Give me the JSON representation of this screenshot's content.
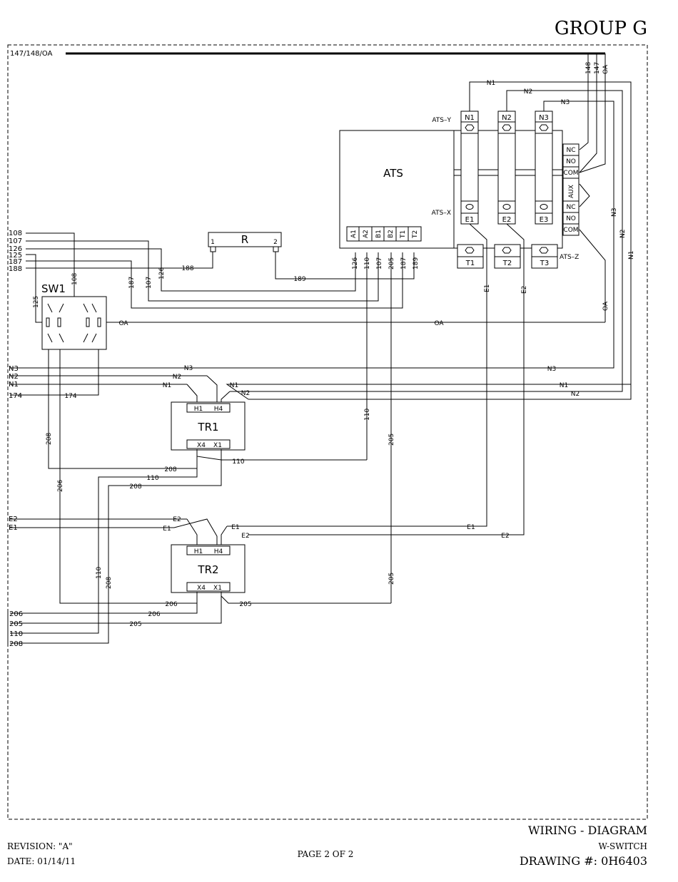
{
  "header": {
    "group_title": "GROUP G",
    "bus_label": "147/148/OA"
  },
  "footer": {
    "revision": "REVISION: \"A\"",
    "date": "DATE: 01/14/11",
    "page": "PAGE 2 OF 2",
    "title": "WIRING - DIAGRAM",
    "subtitle": "W-SWITCH",
    "drawing": "DRAWING #: 0H6403"
  },
  "ats": {
    "title": "ATS",
    "y_label": "ATS–Y",
    "x_label": "ATS–X",
    "z_label": "ATS–Z",
    "top_terms": [
      "N1",
      "N2",
      "N3"
    ],
    "mid_terms": [
      "E1",
      "E2",
      "E3"
    ],
    "bottom_terms": [
      "T1",
      "T2",
      "T3"
    ],
    "aux_upper": [
      "NC",
      "NO",
      "COM"
    ],
    "aux_lower": [
      "NC",
      "NO",
      "COM"
    ],
    "aux_label": "AUX",
    "control_terms": [
      "A1",
      "A2",
      "B1",
      "B2",
      "T1",
      "T2"
    ],
    "control_wires": [
      "126",
      "110",
      "107",
      "205",
      "187",
      "189"
    ],
    "top_wires": [
      "148",
      "147",
      "OA"
    ]
  },
  "relay": {
    "label": "R",
    "pin1": "1",
    "pin2": "2"
  },
  "sw1": {
    "label": "SW1"
  },
  "tr1": {
    "label": "TR1",
    "h1": "H1",
    "h4": "H4",
    "x4": "X4",
    "x1": "X1"
  },
  "tr2": {
    "label": "TR2",
    "h1": "H1",
    "h4": "H4",
    "x4": "X4",
    "x1": "X1"
  },
  "left_wires": [
    "108",
    "107",
    "126",
    "125",
    "187",
    "188"
  ],
  "left_wires_mid": [
    "N3",
    "N2",
    "N1",
    "174"
  ],
  "left_wires_e": [
    "E2",
    "E1"
  ],
  "left_wires_bottom": [
    "206",
    "205",
    "110",
    "208"
  ],
  "wire_labels": {
    "n1": "N1",
    "n2": "N2",
    "n3": "N3",
    "e1": "E1",
    "e2": "E2",
    "oa": "OA",
    "w108": "108",
    "w107": "107",
    "w126": "126",
    "w125": "125",
    "w187": "187",
    "w188": "188",
    "w189": "189",
    "w174": "174",
    "w208": "208",
    "w206": "206",
    "w110": "110",
    "w205": "205"
  }
}
